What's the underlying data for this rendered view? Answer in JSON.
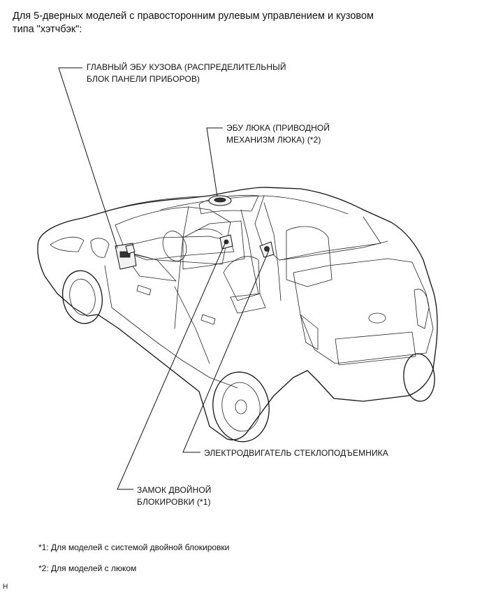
{
  "heading": {
    "line1": "Для 5-дверных моделей с правосторонним рулевым управлением и кузовом",
    "line2": "типа \"хэтчбэк\":"
  },
  "callouts": {
    "body_ecu": {
      "line1": "ГЛАВНЫЙ ЭБУ КУЗОВА (РАСПРЕДЕЛИТЕЛЬНЫЙ",
      "line2": "БЛОК ПАНЕЛИ ПРИБОРОВ)"
    },
    "sunroof_ecu": {
      "line1": "ЭБУ ЛЮКА (ПРИВОДНОЙ",
      "line2": "МЕХАНИЗМ ЛЮКА) (*2)"
    },
    "window_motor": {
      "line1": "ЭЛЕКТРОДВИГАТЕЛЬ СТЕКЛОПОДЪЕМНИКА"
    },
    "double_lock": {
      "line1": "ЗАМОК ДВОЙНОЙ",
      "line2": "БЛОКИРОВКИ (*1)"
    }
  },
  "footnotes": {
    "note1": "*1: Для моделей с системой двойной блокировки",
    "note2": "*2: Для моделей с люком"
  },
  "corner_mark": "H"
}
